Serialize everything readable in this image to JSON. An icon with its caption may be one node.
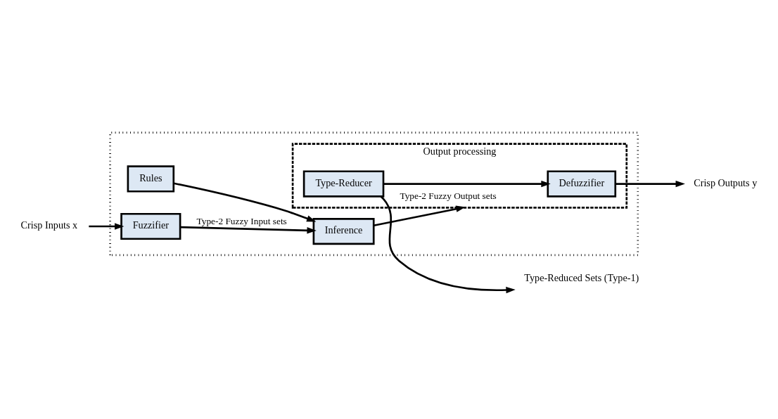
{
  "diagram": {
    "nodes": [
      {
        "text": [],
        "shape": "box"
      },
      {
        "text": [
          "Output processing"
        ],
        "in": 0
      },
      {
        "text": [
          "Rules"
        ],
        "in": 0
      },
      {
        "text": [
          "Fuzzifier"
        ],
        "in": 0
      },
      {
        "text": [
          "Defuzzifier"
        ],
        "in": 1
      },
      {
        "text": [
          "Type-Reducer"
        ],
        "in": 1
      },
      {
        "text": [
          "Inference"
        ],
        "in": 0
      },
      {
        "text": [
          "Crisp Inputs x"
        ]
      },
      {
        "text": [
          "Crisp Outputs y"
        ]
      },
      {
        "text": [
          "Type-Reduced Sets (Type-1)"
        ]
      }
    ],
    "edges": [
      {
        "from": 7,
        "to": 3,
        "arrow": "to"
      },
      {
        "from": 3,
        "to": 6,
        "arrow": "to",
        "label": "Type-2 Fuzzy Input sets"
      },
      {
        "from": 2,
        "to": 6,
        "arrow": "to"
      },
      {
        "from": 6,
        "to": 1,
        "arrow": "to",
        "label": "Type-2 Fuzzy Output sets"
      },
      {
        "from": 5,
        "to": 4,
        "arrow": "to"
      },
      {
        "from": 4,
        "to": 8,
        "arrow": "to"
      },
      {
        "from": 5,
        "to": 9,
        "arrow": "to"
      }
    ]
  }
}
